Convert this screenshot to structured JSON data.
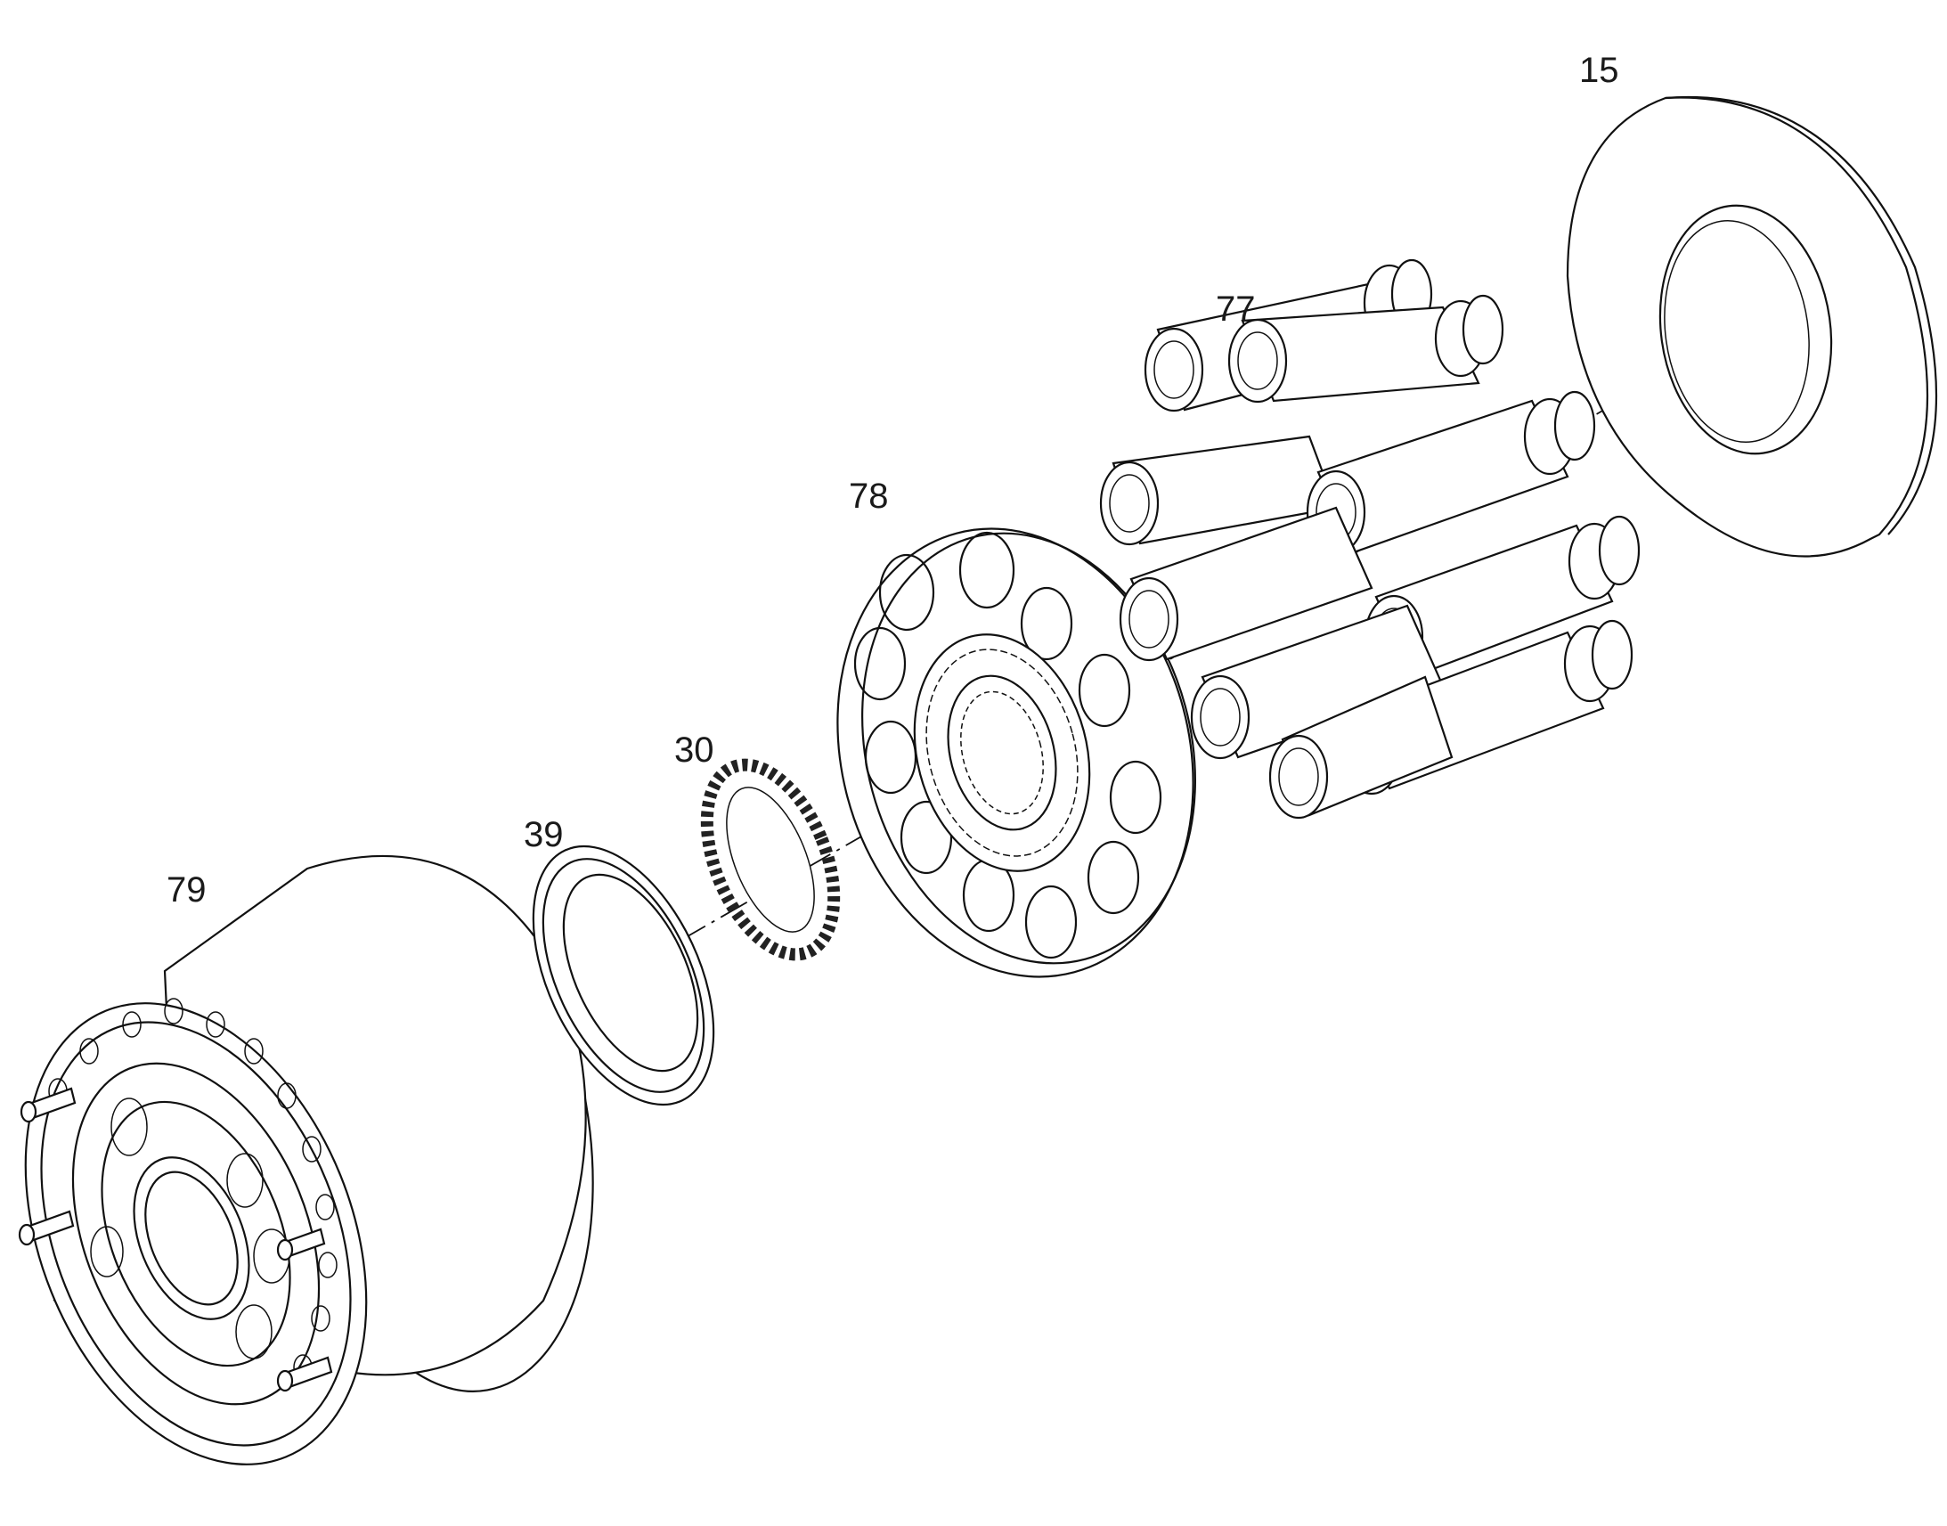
{
  "drawing": {
    "line_color": "#111111",
    "background": "#ffffff"
  },
  "callouts": {
    "part_15": "15",
    "part_77": "77",
    "part_78": "78",
    "part_30": "30",
    "part_39": "39",
    "part_79": "79"
  }
}
